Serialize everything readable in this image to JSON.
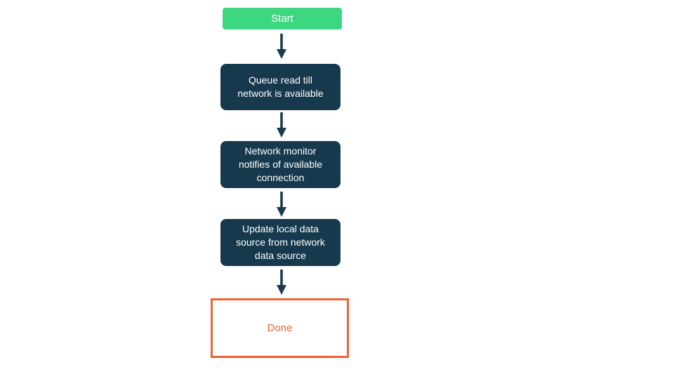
{
  "page": {
    "background": "#ffffff"
  },
  "flowchart": {
    "arrow_color": "#1A3A50",
    "nodes": [
      {
        "id": "start",
        "type": "start",
        "label": "Start",
        "fill": "#3DD782",
        "text_color": "#ffffff"
      },
      {
        "id": "queue-read",
        "type": "process",
        "label": "Queue read till\nnetwork is available",
        "fill": "#16394E",
        "text_color": "#ffffff"
      },
      {
        "id": "network-monitor",
        "type": "process",
        "label": "Network monitor\nnotifies of available\nconnection",
        "fill": "#16394E",
        "text_color": "#ffffff"
      },
      {
        "id": "update-local-data",
        "type": "process",
        "label": "Update local data\nsource from network\ndata source",
        "fill": "#16394E",
        "text_color": "#ffffff"
      },
      {
        "id": "done",
        "type": "terminal",
        "label": "Done",
        "fill": "#ffffff",
        "border_color": "#F26333",
        "text_color": "#F26333"
      }
    ],
    "edges": [
      {
        "from": "start",
        "to": "queue-read"
      },
      {
        "from": "queue-read",
        "to": "network-monitor"
      },
      {
        "from": "network-monitor",
        "to": "update-local-data"
      },
      {
        "from": "update-local-data",
        "to": "done"
      }
    ]
  }
}
